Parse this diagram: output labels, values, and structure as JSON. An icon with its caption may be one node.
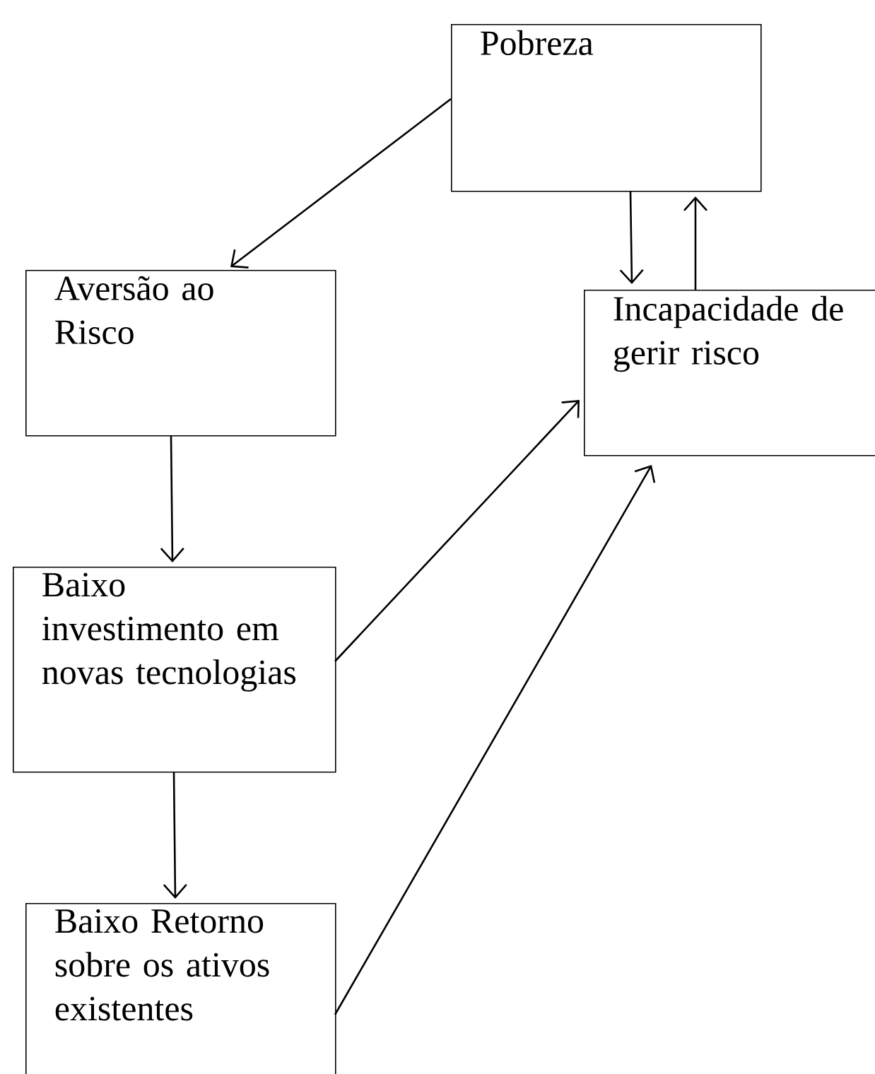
{
  "diagram": {
    "nodes": [
      {
        "text": [
          "Pobreza"
        ]
      },
      {
        "text": [
          "Aversão ao Risco"
        ]
      },
      {
        "text": [
          "Incapacidade de gerir risco"
        ]
      },
      {
        "text": [
          "Baixo investimento em novas tecnologias"
        ]
      },
      {
        "text": [
          "Baixo Retorno sobre os ativos existentes"
        ]
      }
    ],
    "edges": [
      {
        "from": 0,
        "to": 1,
        "arrow": "to"
      },
      {
        "from": 0,
        "to": 2,
        "arrow": "to"
      },
      {
        "from": 2,
        "to": 0,
        "arrow": "to"
      },
      {
        "from": 1,
        "to": 3,
        "arrow": "to"
      },
      {
        "from": 3,
        "to": 2,
        "arrow": "to"
      },
      {
        "from": 3,
        "to": 4,
        "arrow": "to"
      },
      {
        "from": 4,
        "to": 2,
        "arrow": "to"
      }
    ]
  }
}
